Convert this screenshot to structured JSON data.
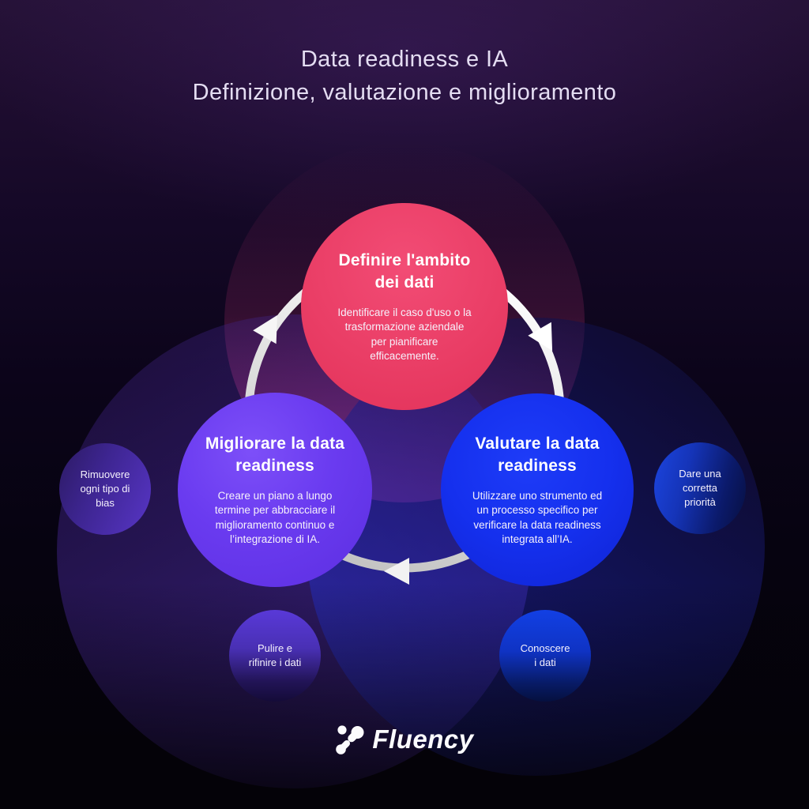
{
  "title": {
    "lines": [
      "Data readiness e IA",
      "Definizione, valutazione e miglioramento"
    ]
  },
  "diagram": {
    "type": "cycle-infographic",
    "cycle_direction": "clockwise",
    "main_circles": [
      {
        "id": "define-scope",
        "accent": "#EA3E66",
        "heading_lines": [
          "Definire l'ambito",
          "dei dati"
        ],
        "body_lines": [
          "Identificare il caso d'uso o la",
          "trasformazione aziendale",
          "per pianificare",
          "efficacemente."
        ]
      },
      {
        "id": "improve-readiness",
        "accent": "#6A3BF0",
        "heading_lines": [
          "Migliorare la data",
          "readiness"
        ],
        "body_lines": [
          "Creare un piano a lungo",
          "termine per abbracciare il",
          "miglioramento continuo e",
          "l’integrazione di IA."
        ]
      },
      {
        "id": "assess-readiness",
        "accent": "#1530EE",
        "heading_lines": [
          "Valutare la data",
          "readiness"
        ],
        "body_lines": [
          "Utilizzare uno strumento ed",
          "un processo specifico per",
          "verificare la data readiness",
          "integrata all’IA."
        ]
      }
    ],
    "satellites": [
      {
        "id": "remove-bias",
        "lines": [
          "Rimuovere",
          "ogni tipo di",
          "bias"
        ]
      },
      {
        "id": "clean-refine",
        "lines": [
          "Pulire e",
          "rifinire i dati"
        ]
      },
      {
        "id": "know-data",
        "lines": [
          "Conoscere",
          "i dati"
        ]
      },
      {
        "id": "prioritize",
        "lines": [
          "Dare una",
          "corretta",
          "priorità"
        ]
      }
    ]
  },
  "logo": {
    "brand": "Fluency"
  },
  "colors": {
    "background_top": "#261238",
    "background_bottom": "#040207",
    "pink_circle": "#EA3E66",
    "purple_circle": "#6A3BF0",
    "blue_circle": "#1530EE",
    "glow_magenta": "#B22C63",
    "glow_purple": "#6C3EEB",
    "glow_blue": "#2B38E4",
    "ring": "#FFFFFF",
    "title_text": "#E4DDF2",
    "body_text": "#F6F1FB"
  }
}
